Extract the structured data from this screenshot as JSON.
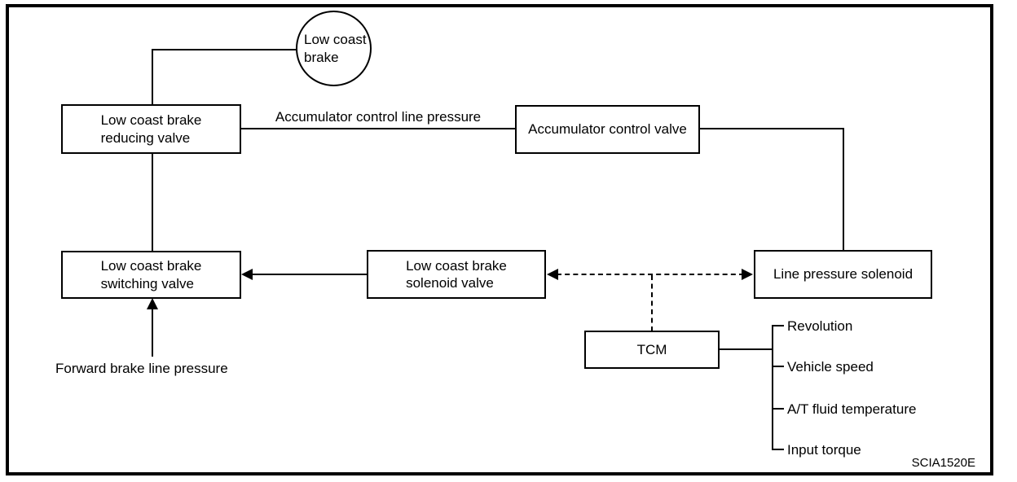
{
  "nodes": {
    "low_coast_brake": "Low coast\nbrake",
    "reducing_valve": "Low coast brake\nreducing valve",
    "accumulator_control_valve": "Accumulator control valve",
    "switching_valve": "Low coast brake\nswitching valve",
    "solenoid_valve": "Low coast brake\nsolenoid valve",
    "line_pressure_solenoid": "Line pressure solenoid",
    "tcm": "TCM"
  },
  "labels": {
    "accumulator_line": "Accumulator control line pressure",
    "forward_brake": "Forward brake line pressure",
    "figure_code": "SCIA1520E"
  },
  "tcm_inputs": [
    "Revolution",
    "Vehicle speed",
    "A/T fluid temperature",
    "Input torque"
  ],
  "colors": {
    "line": "#000000",
    "background": "#ffffff"
  }
}
